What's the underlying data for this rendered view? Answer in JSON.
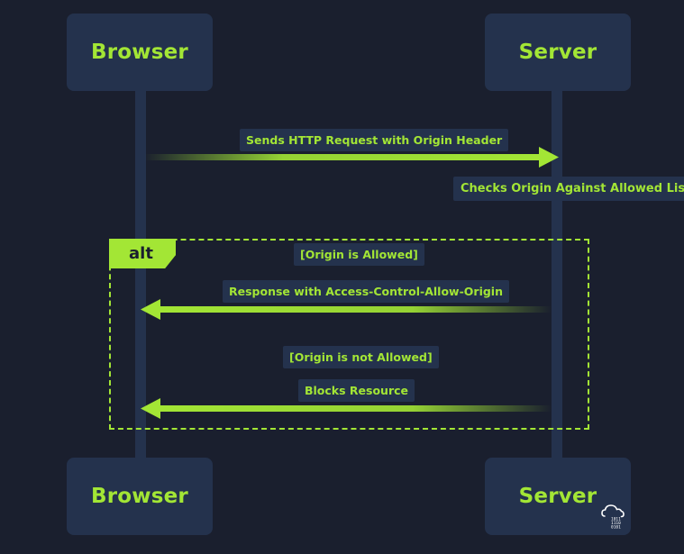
{
  "participants": {
    "browser_top": "Browser",
    "server_top": "Server",
    "browser_bottom": "Browser",
    "server_bottom": "Server"
  },
  "messages": [
    {
      "label": "Sends HTTP Request with Origin Header",
      "from": "Browser",
      "to": "Server"
    },
    {
      "label": "Response with Access-Control-Allow-Origin",
      "from": "Server",
      "to": "Browser"
    },
    {
      "label": "Blocks Resource",
      "from": "Server",
      "to": "Browser"
    }
  ],
  "notes": {
    "server_check": "Checks Origin Against Allowed List"
  },
  "alt_block": {
    "tag": "alt",
    "condition_allowed": "[Origin is Allowed]",
    "condition_not_allowed": "[Origin is not Allowed]"
  },
  "colors": {
    "background": "#1a1f2e",
    "box": "#24324d",
    "accent": "#a3e635"
  },
  "icons": {
    "watermark": "cloud-binary-icon"
  }
}
